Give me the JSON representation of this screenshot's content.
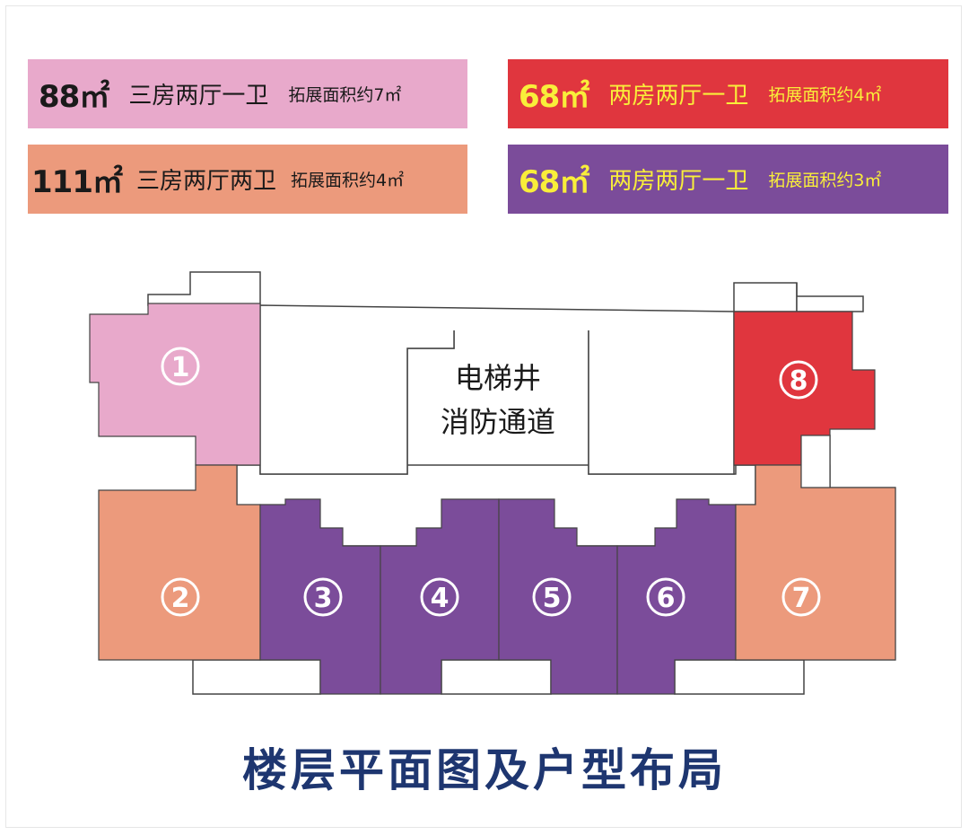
{
  "legend": [
    {
      "area": "88㎡",
      "layout": "三房两厅一卫",
      "extension": "拓展面积约7㎡",
      "color": "#e8a9cb",
      "text_color": "#1a1a1a"
    },
    {
      "area": "111㎡",
      "layout": "三房两厅两卫",
      "extension": "拓展面积约4㎡",
      "color": "#ec9a7c",
      "text_color": "#1a1a1a"
    },
    {
      "area": "68㎡",
      "layout": "两房两厅一卫",
      "extension": "拓展面积约4㎡",
      "color": "#e0363e",
      "text_color": "#f9ee3a"
    },
    {
      "area": "68㎡",
      "layout": "两房两厅一卫",
      "extension": "拓展面积约3㎡",
      "color": "#7b4c9a",
      "text_color": "#f9ee3a"
    }
  ],
  "core": {
    "line1": "电梯井",
    "line2": "消防通道"
  },
  "units": [
    {
      "number": "1",
      "type": "88㎡"
    },
    {
      "number": "2",
      "type": "111㎡"
    },
    {
      "number": "3",
      "type": "68㎡ purple"
    },
    {
      "number": "4",
      "type": "68㎡ purple"
    },
    {
      "number": "5",
      "type": "68㎡ purple"
    },
    {
      "number": "6",
      "type": "68㎡ purple"
    },
    {
      "number": "7",
      "type": "111㎡"
    },
    {
      "number": "8",
      "type": "68㎡ red"
    }
  ],
  "caption": "楼层平面图及户型布局"
}
